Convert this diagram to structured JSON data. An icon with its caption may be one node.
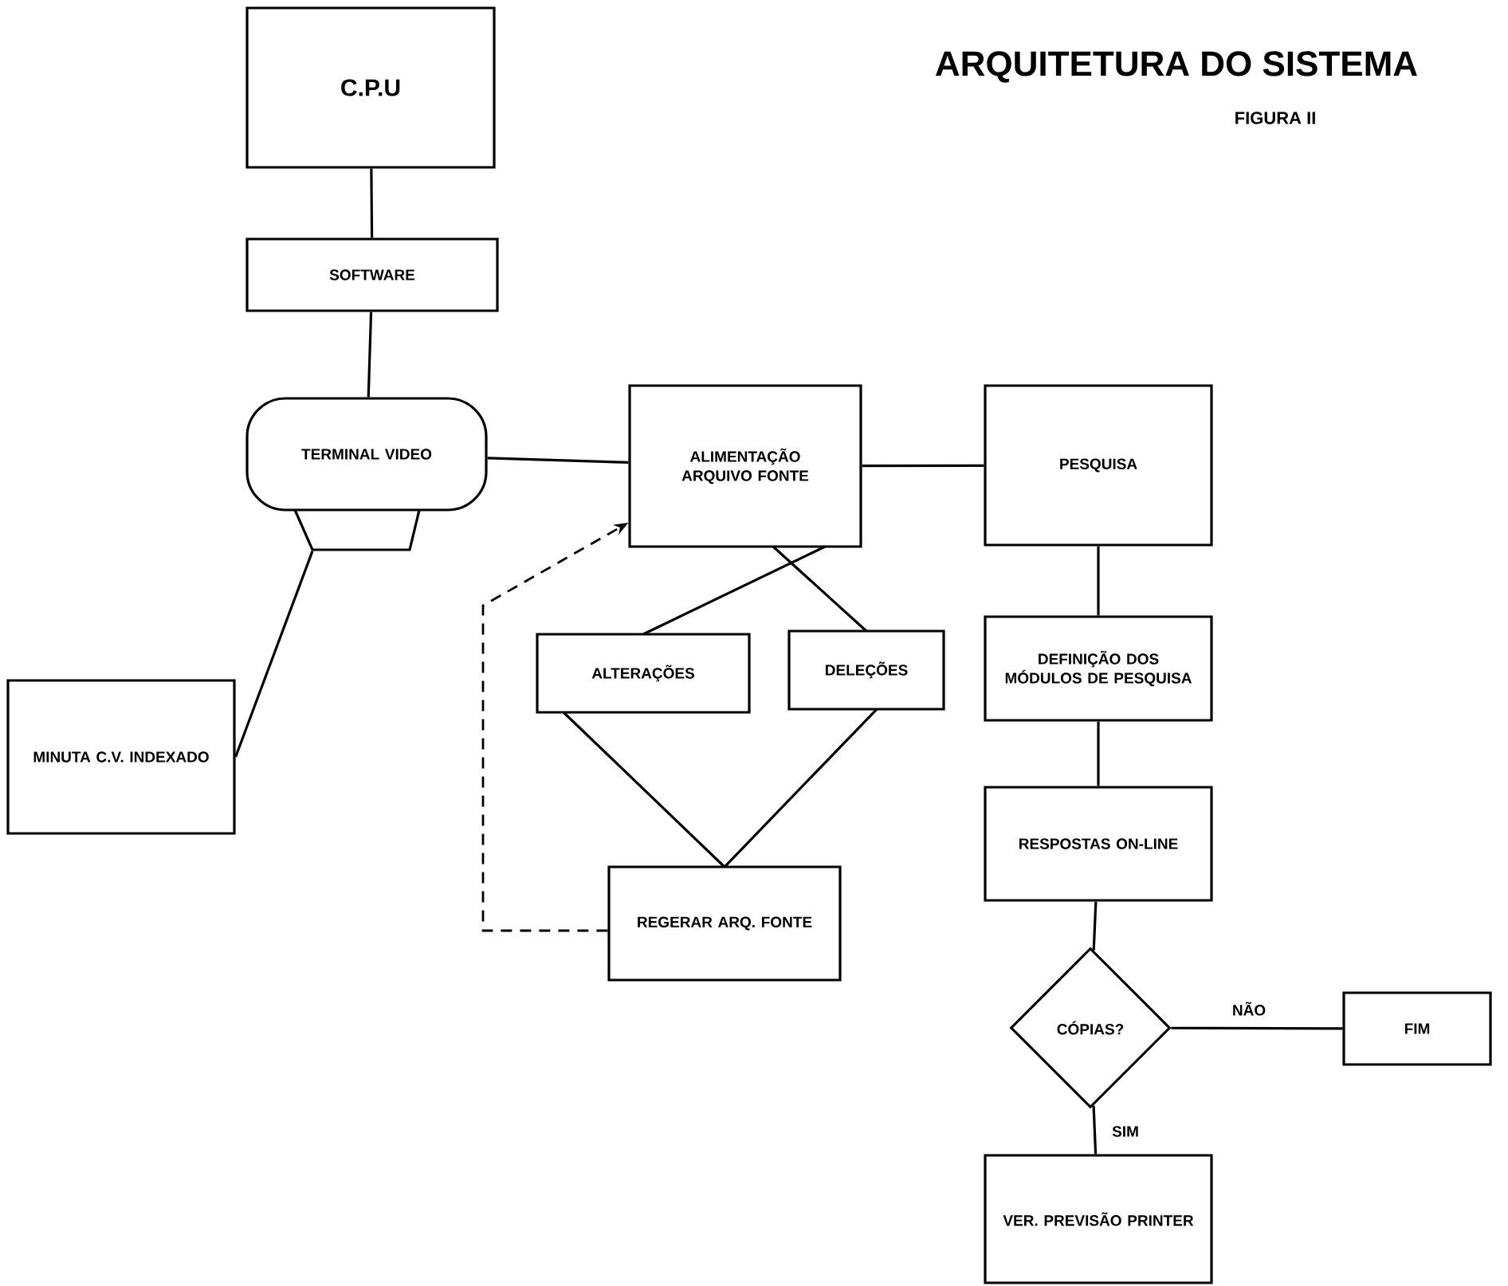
{
  "diagram": {
    "title": "ARQUITETURA DO SISTEMA",
    "caption": "FIGURA II",
    "nodes": [
      {
        "text": [
          "C.P.U"
        ]
      },
      {
        "text": [
          "SOFTWARE"
        ]
      },
      {
        "text": [
          "TERMINAL VIDEO"
        ]
      },
      {
        "text": [
          "ALIMENTAÇÃO ARQUIVO FONTE"
        ]
      },
      {
        "text": [
          "PESQUISA"
        ]
      },
      {
        "text": [
          "ALTERAÇÕES"
        ]
      },
      {
        "text": [
          "DELEÇÕES"
        ]
      },
      {
        "text": [
          "DEFINIÇÃO DOS MÓDULOS DE PESQUISA"
        ]
      },
      {
        "text": [
          "MINUTA C.V. INDEXADO"
        ]
      },
      {
        "text": [
          "RESPOSTAS ON-LINE"
        ]
      },
      {
        "text": [
          "REGERAR ARQ. FONTE"
        ]
      },
      {
        "text": [
          "CÓPIAS?"
        ]
      },
      {
        "text": [
          "FIM"
        ]
      },
      {
        "text": [
          "VER. PREVISÃO PRINTER"
        ]
      }
    ],
    "edges": [
      {
        "from": 0,
        "to": 1,
        "arrow": "none"
      },
      {
        "from": 1,
        "to": 2,
        "arrow": "none"
      },
      {
        "from": 2,
        "to": 8,
        "arrow": "none"
      },
      {
        "from": 2,
        "to": 3,
        "arrow": "none"
      },
      {
        "from": 3,
        "to": 4,
        "arrow": "none"
      },
      {
        "from": 3,
        "to": 5,
        "arrow": "none"
      },
      {
        "from": 3,
        "to": 6,
        "arrow": "none"
      },
      {
        "from": 5,
        "to": 10,
        "arrow": "none"
      },
      {
        "from": 6,
        "to": 10,
        "arrow": "none"
      },
      {
        "from": 10,
        "to": 3,
        "arrow": "to",
        "style": "dashed"
      },
      {
        "from": 4,
        "to": 7,
        "arrow": "none"
      },
      {
        "from": 7,
        "to": 9,
        "arrow": "none"
      },
      {
        "from": 9,
        "to": 11,
        "arrow": "none"
      },
      {
        "from": 11,
        "to": 12,
        "arrow": "none",
        "label": "NÃO"
      },
      {
        "from": 11,
        "to": 13,
        "arrow": "none",
        "label": "SIM"
      }
    ]
  }
}
